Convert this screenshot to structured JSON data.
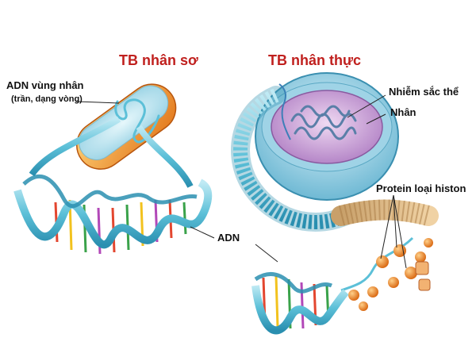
{
  "titles": {
    "prokaryote": "TB nhân sơ",
    "eukaryote": "TB nhân thực"
  },
  "labels": {
    "adn_vung_nhan": "ADN vùng nhân",
    "adn_vung_nhan_note": "(trần, dạng vòng)",
    "nhiem_sac_the": "Nhiễm sắc thể",
    "nhan": "Nhân",
    "protein_histon": "Protein loại histon",
    "adn": "ADN"
  },
  "colors": {
    "title": "#c0201e",
    "helix": "#5cc0d8",
    "helix_dark": "#2a8fb0",
    "cell_body": "#f39a2c",
    "cytoplasm": "#bfe6f2",
    "nucleus_outer": "#9fd3e6",
    "nucleus_inner": "#c89bd3",
    "histone": "#f08a1e",
    "fiber": "#d8b07a"
  }
}
